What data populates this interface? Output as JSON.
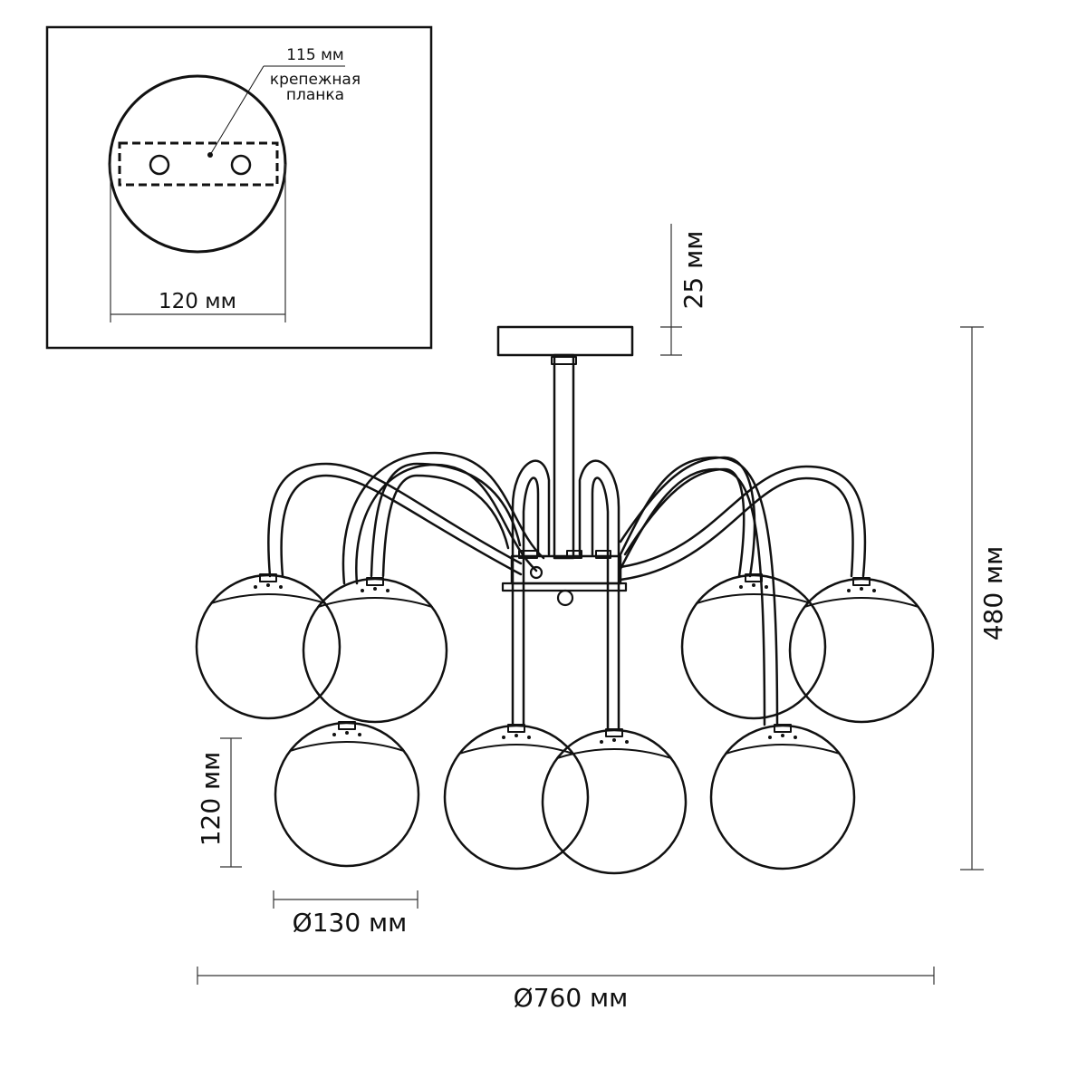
{
  "inset": {
    "plate_width_label": "115 мм",
    "plate_name_line1": "крепежная",
    "plate_name_line2": "планка",
    "base_diameter_label": "120 мм"
  },
  "dimensions": {
    "canopy_height": "25 мм",
    "total_height": "480 мм",
    "shade_height": "120 мм",
    "shade_diameter": "Ø130 мм",
    "total_diameter": "Ø760 мм"
  },
  "colors": {
    "line": "#111111",
    "background": "#ffffff"
  }
}
